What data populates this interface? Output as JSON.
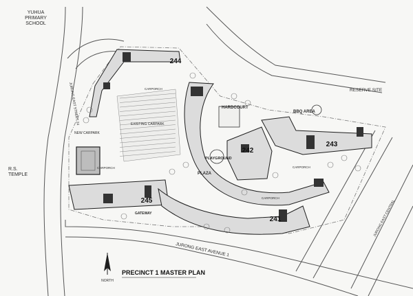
{
  "title": "PRECINCT 1 MASTER PLAN",
  "north_label": "NORTH",
  "landmarks": {
    "school": [
      "YUHUA",
      "PRIMARY",
      "SCHOOL"
    ],
    "temple": [
      "R.S.",
      "TEMPLE"
    ],
    "reserve": "RESERVE SITE"
  },
  "roads": {
    "avenue": "JURONG EAST AVENUE 1",
    "street_left": "JURONG EAST STREET 24",
    "central": "JURONG EAST CENTRAL"
  },
  "blocks": [
    "244",
    "243",
    "242",
    "245",
    "241"
  ],
  "facilities": {
    "hardcourt": "HARDCOURT",
    "bbq": "BBQ AREA",
    "plaza": "PLAZA",
    "playground": "PLAYGROUND",
    "new_carpark": "NEW CARPARK",
    "gateway": "GATEWAY",
    "existing_carpark": "EXISTING CARPARK",
    "carporch": "CARPORCH"
  },
  "colors": {
    "ink": "#1e1e1e",
    "light_ink": "#7a7a7a",
    "block_fill": "#dcdcdc",
    "paper": "#f7f7f5"
  }
}
